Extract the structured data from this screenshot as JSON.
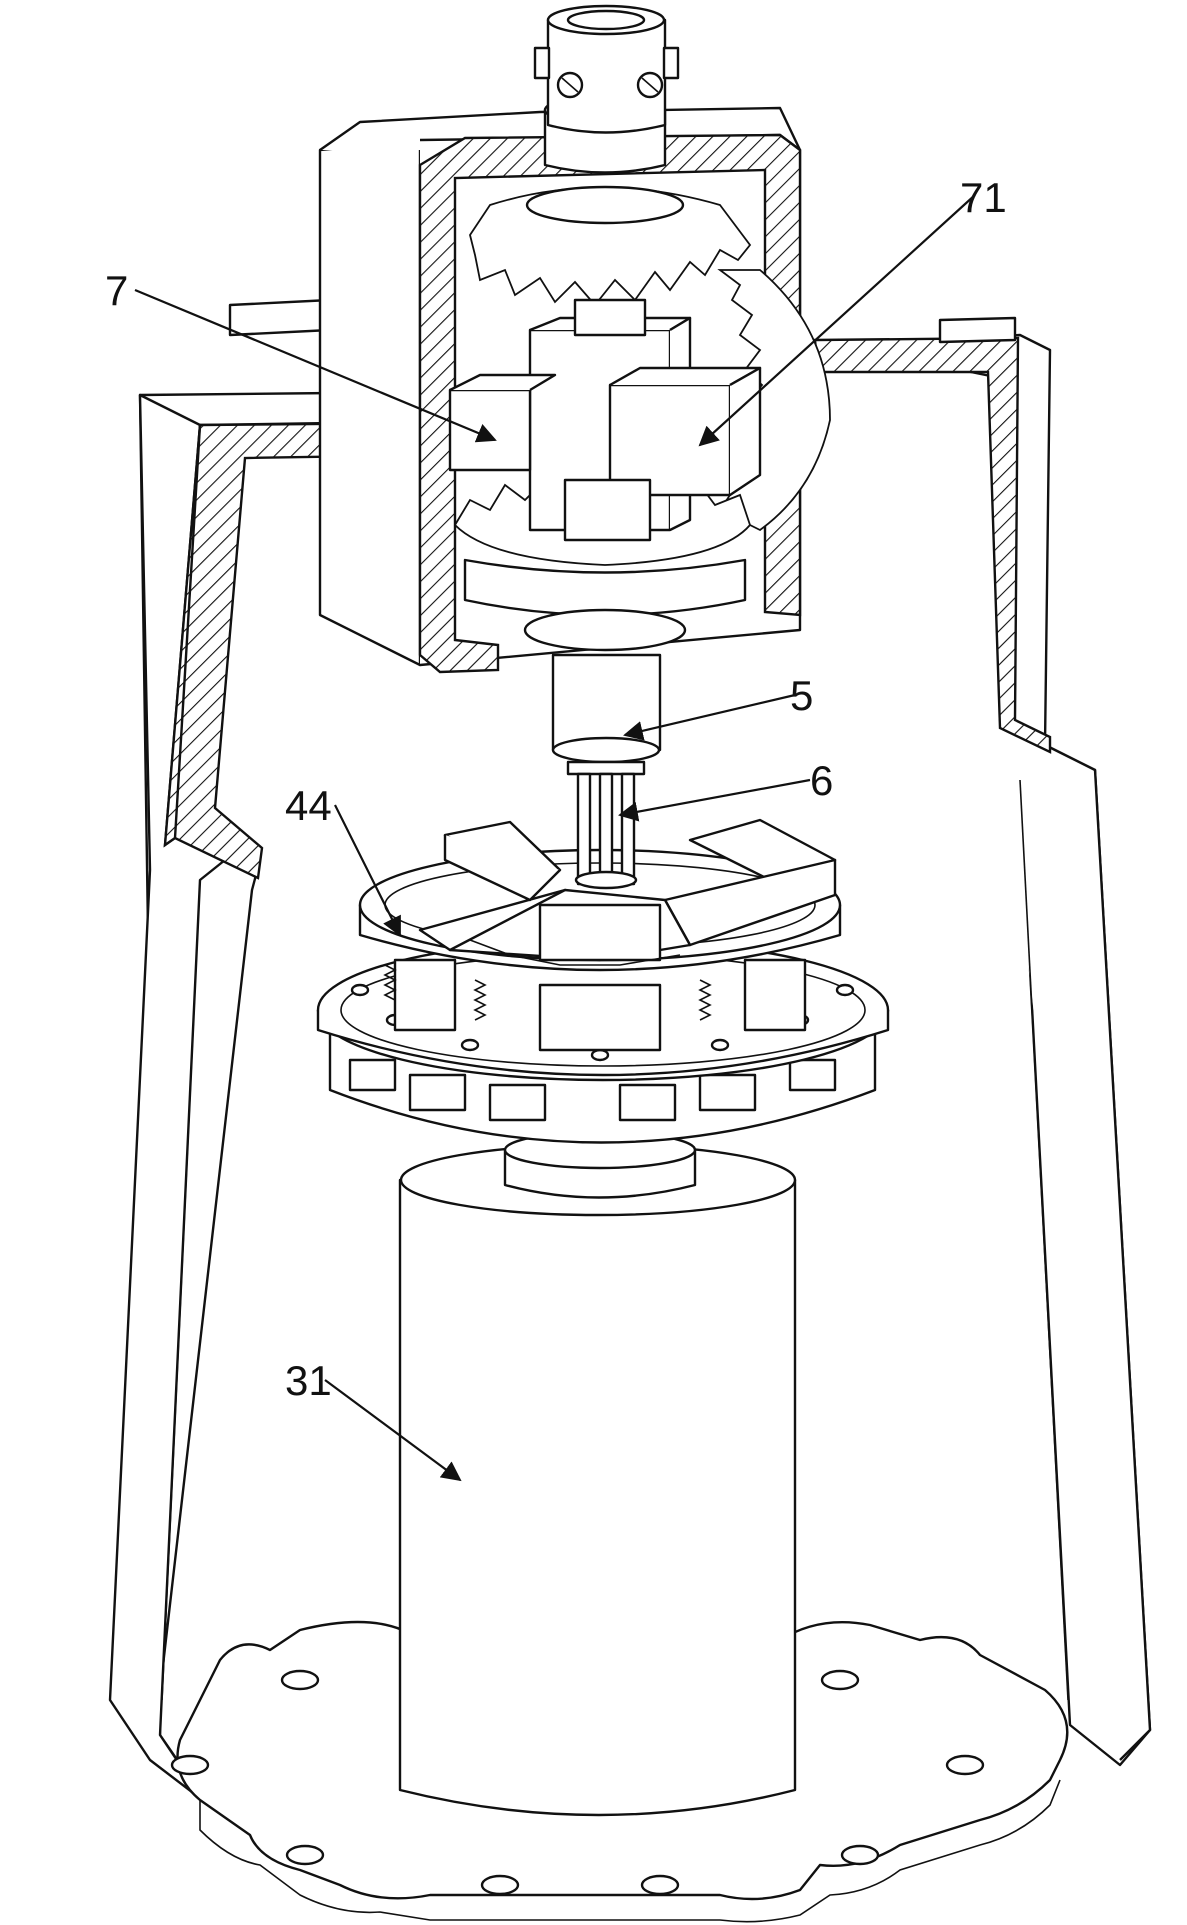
{
  "figure": {
    "background": "#ffffff",
    "line_color": "#111111",
    "labels": [
      {
        "id": "7",
        "text": "7"
      },
      {
        "id": "71",
        "text": "71"
      },
      {
        "id": "5",
        "text": "5"
      },
      {
        "id": "6",
        "text": "6"
      },
      {
        "id": "44",
        "text": "44"
      },
      {
        "id": "31",
        "text": "31"
      }
    ]
  }
}
